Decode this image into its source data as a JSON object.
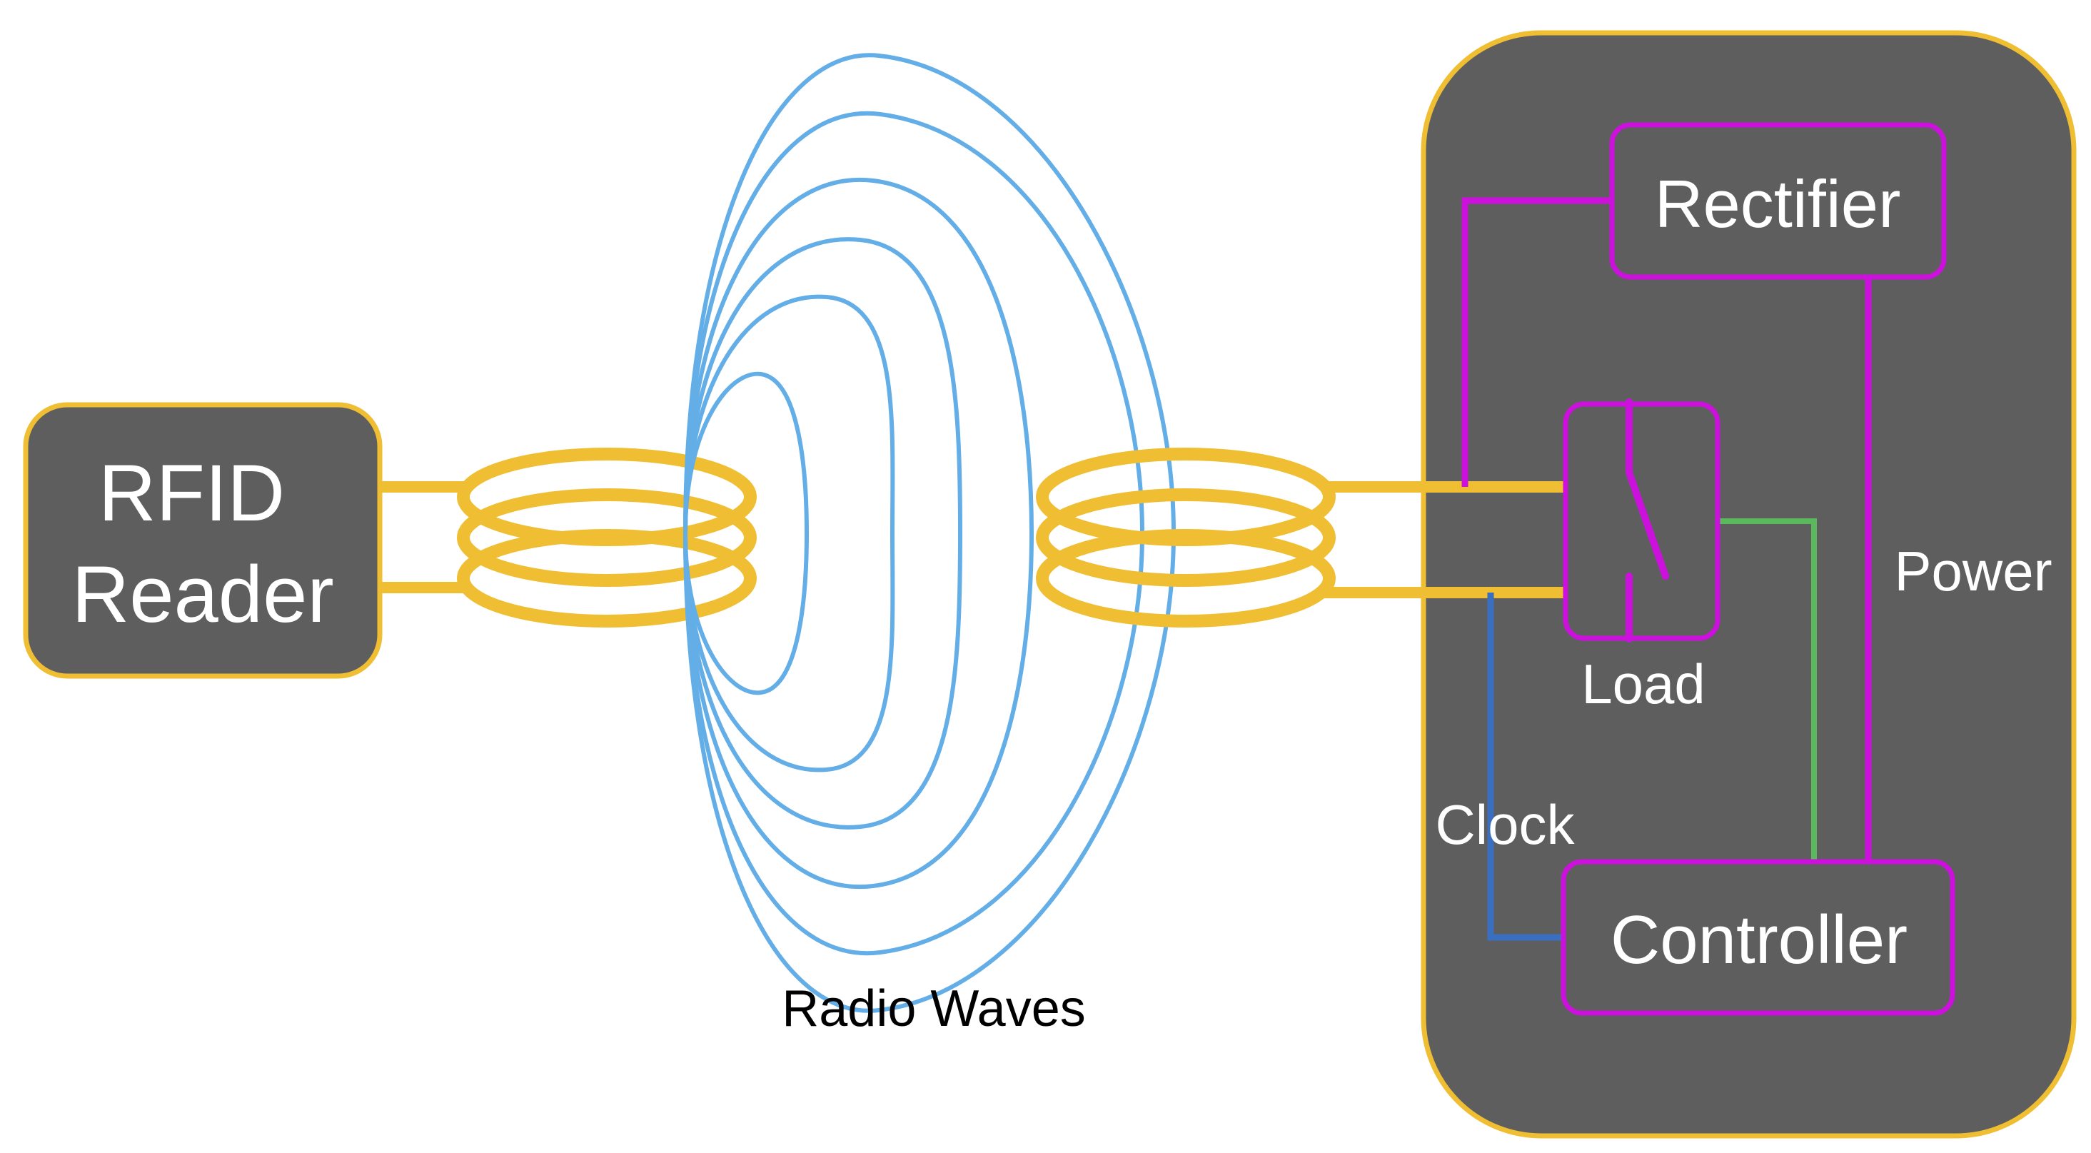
{
  "labels": {
    "reader": [
      "RFID",
      "Reader"
    ],
    "waves": "Radio Waves",
    "rectifier": "Rectifier",
    "load": "Load",
    "power": "Power",
    "clock": "Clock",
    "controller": "Controller"
  },
  "colors": {
    "box_fill": "#5e5e5e",
    "antenna": "#f0be32",
    "waves": "#64aee8",
    "power_lines": "#cc11dd",
    "load_signal": "#5cb85c",
    "clock_signal": "#3a6fc0",
    "text_light": "#ffffff",
    "text_dark": "#000000"
  },
  "icons": {
    "load": "switch-icon",
    "reader_antenna": "coil-icon",
    "tag_antenna": "coil-icon"
  }
}
